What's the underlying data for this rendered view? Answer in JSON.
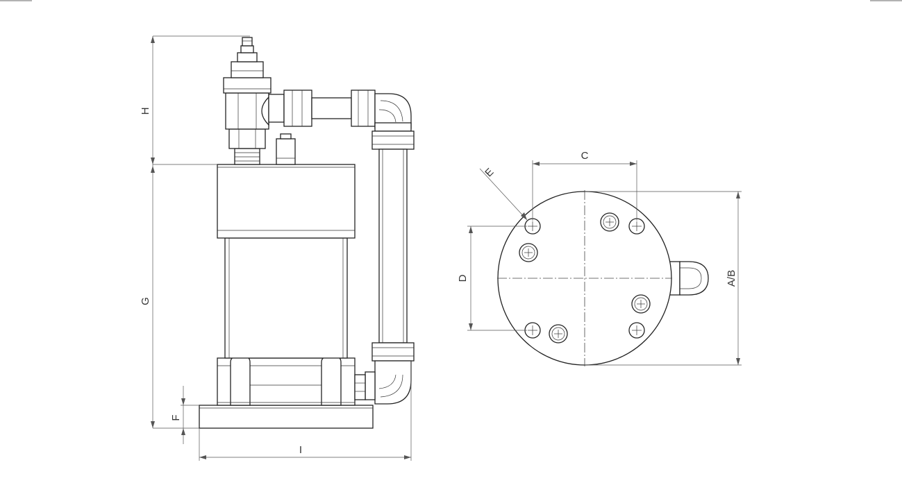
{
  "labels": {
    "H": "H",
    "G": "G",
    "F": "F",
    "I": "I",
    "C": "C",
    "D": "D",
    "E": "E",
    "AB": "A/B"
  },
  "colors": {
    "line": "#222222",
    "dimension": "#555555",
    "background": "#ffffff"
  }
}
